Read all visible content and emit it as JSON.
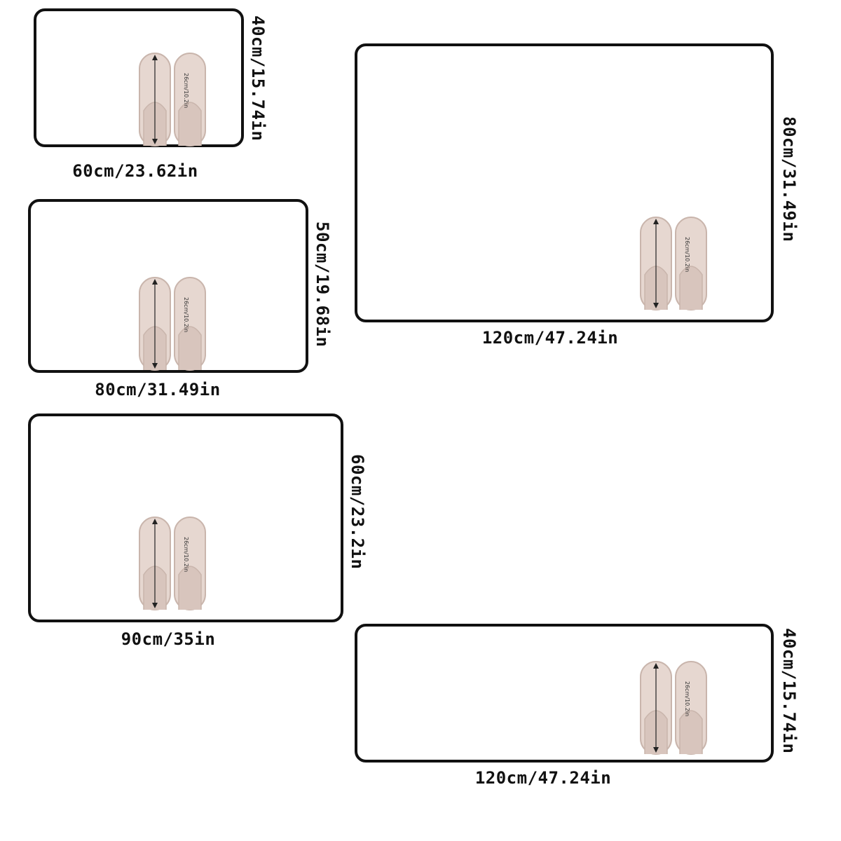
{
  "mats": [
    {
      "name": "mat-60x40",
      "width_label": "60cm/23.62in",
      "height_label": "40cm/15.74in",
      "shoe_label": "26cm/10.2in"
    },
    {
      "name": "mat-80x50",
      "width_label": "80cm/31.49in",
      "height_label": "50cm/19.68in",
      "shoe_label": "26cm/10.2in"
    },
    {
      "name": "mat-90x60",
      "width_label": "90cm/35in",
      "height_label": "60cm/23.2in",
      "shoe_label": "26cm/10.2in"
    },
    {
      "name": "mat-120x80",
      "width_label": "120cm/47.24in",
      "height_label": "80cm/31.49in",
      "shoe_label": "26cm/10.2in"
    },
    {
      "name": "mat-120x40",
      "width_label": "120cm/47.24in",
      "height_label": "40cm/15.74in",
      "shoe_label": "26cm/10.2in"
    }
  ],
  "colors": {
    "border": "#111111",
    "slipper": "#e6d7d0",
    "slipper_shadow": "#c9b5ac",
    "arrow": "#222222"
  },
  "icons": {
    "slipper": "slipper-pair-icon",
    "arrow": "double-arrow-icon"
  }
}
